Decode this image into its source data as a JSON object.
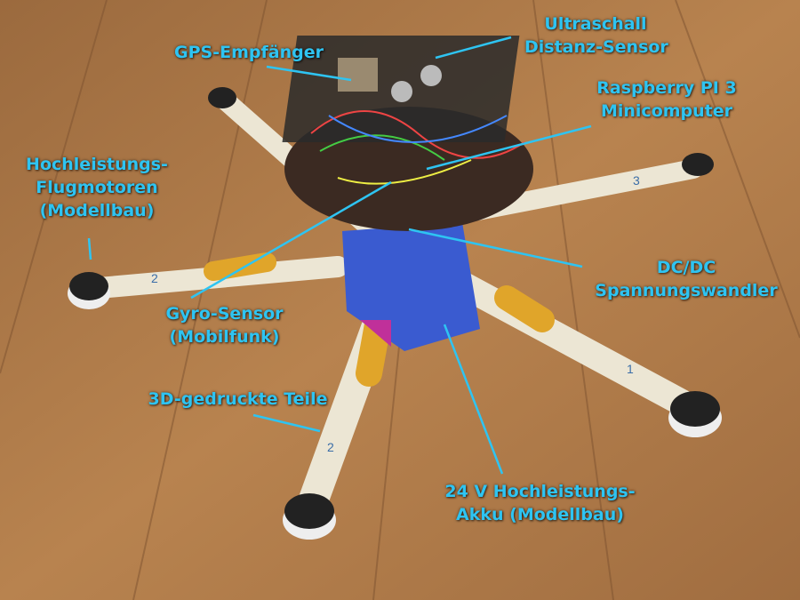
{
  "labels": {
    "ultrasonic": [
      "Ultraschall",
      "Distanz-Sensor"
    ],
    "gps": [
      "GPS-Empfänger"
    ],
    "raspberry": [
      "Raspberry PI 3",
      "Minicomputer"
    ],
    "motors": [
      "Hochleistungs-",
      "Flugmotoren",
      "(Modellbau)"
    ],
    "dcdc": [
      "DC/DC",
      "Spannungswandler"
    ],
    "gyro": [
      "Gyro-Sensor",
      "(Mobilfunk)"
    ],
    "printed": [
      "3D-gedruckte Teile"
    ],
    "battery": [
      "24 V Hochleistungs-",
      "Akku (Modellbau)"
    ]
  },
  "arm_numbers": [
    "2",
    "3",
    "1",
    "2"
  ],
  "colors": {
    "label": "#2ec4f2",
    "wood": "#b07a48",
    "arm": "#efe9d8",
    "body": "#3a5bd0",
    "tape": "#e0a52a"
  }
}
